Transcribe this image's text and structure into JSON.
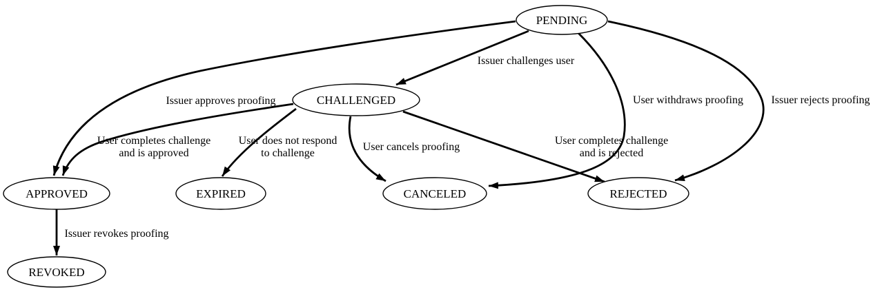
{
  "diagram": {
    "type": "state-machine",
    "colors": {
      "background": "#ffffff",
      "stroke": "#000000",
      "text": "#000000"
    },
    "nodes": [
      {
        "id": "pending",
        "label": "PENDING"
      },
      {
        "id": "challenged",
        "label": "CHALLENGED"
      },
      {
        "id": "approved",
        "label": "APPROVED"
      },
      {
        "id": "expired",
        "label": "EXPIRED"
      },
      {
        "id": "canceled",
        "label": "CANCELED"
      },
      {
        "id": "rejected",
        "label": "REJECTED"
      },
      {
        "id": "revoked",
        "label": "REVOKED"
      }
    ],
    "edges": [
      {
        "from": "PENDING",
        "to": "CHALLENGED",
        "label_lines": [
          "Issuer challenges user"
        ]
      },
      {
        "from": "PENDING",
        "to": "APPROVED",
        "label_lines": [
          "Issuer approves proofing"
        ]
      },
      {
        "from": "PENDING",
        "to": "CANCELED",
        "label_lines": [
          "User withdraws proofing"
        ]
      },
      {
        "from": "PENDING",
        "to": "REJECTED",
        "label_lines": [
          "Issuer rejects proofing"
        ]
      },
      {
        "from": "CHALLENGED",
        "to": "APPROVED",
        "label_lines": [
          "User completes challenge",
          "and is approved"
        ]
      },
      {
        "from": "CHALLENGED",
        "to": "EXPIRED",
        "label_lines": [
          "User does not respond",
          "to challenge"
        ]
      },
      {
        "from": "CHALLENGED",
        "to": "CANCELED",
        "label_lines": [
          "User cancels proofing"
        ]
      },
      {
        "from": "CHALLENGED",
        "to": "REJECTED",
        "label_lines": [
          "User completes challenge",
          "and is rejected"
        ]
      },
      {
        "from": "APPROVED",
        "to": "REVOKED",
        "label_lines": [
          "Issuer revokes proofing"
        ]
      }
    ]
  }
}
